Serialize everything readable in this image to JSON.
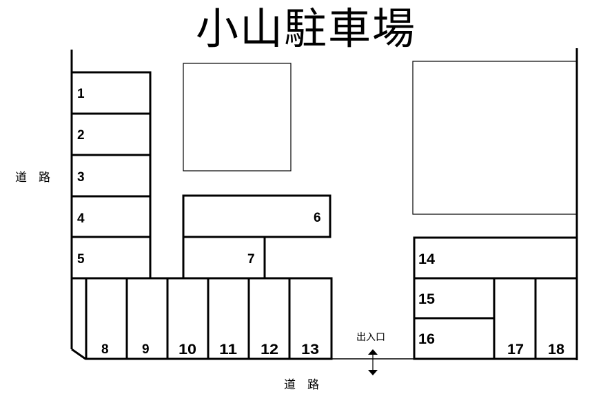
{
  "title": "小山駐車場",
  "roads": {
    "left": "道　路",
    "bottom": "道　路"
  },
  "entrance": {
    "label": "出入口",
    "icon": "double-arrow-vertical-icon"
  },
  "spaces": [
    {
      "id": "1",
      "label": "1"
    },
    {
      "id": "2",
      "label": "2"
    },
    {
      "id": "3",
      "label": "3"
    },
    {
      "id": "4",
      "label": "4"
    },
    {
      "id": "5",
      "label": "5"
    },
    {
      "id": "6",
      "label": "6"
    },
    {
      "id": "7",
      "label": "7"
    },
    {
      "id": "8",
      "label": "8"
    },
    {
      "id": "9",
      "label": "9"
    },
    {
      "id": "10",
      "label": "10"
    },
    {
      "id": "11",
      "label": "11"
    },
    {
      "id": "12",
      "label": "12"
    },
    {
      "id": "13",
      "label": "13"
    },
    {
      "id": "14",
      "label": "14"
    },
    {
      "id": "15",
      "label": "15"
    },
    {
      "id": "16",
      "label": "16"
    },
    {
      "id": "17",
      "label": "17"
    },
    {
      "id": "18",
      "label": "18"
    }
  ],
  "colors": {
    "line": "#000000",
    "background": "#ffffff"
  }
}
